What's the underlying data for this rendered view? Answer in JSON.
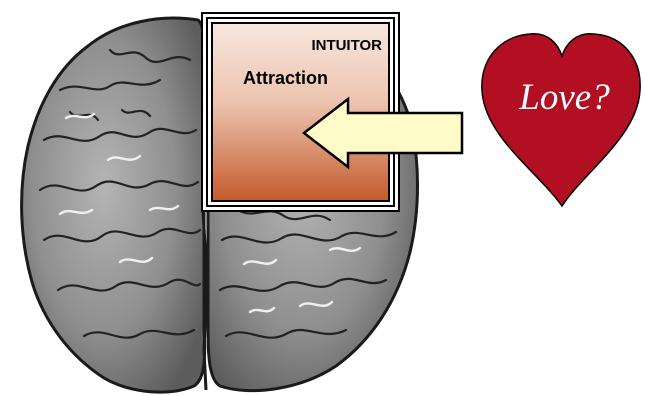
{
  "diagram": {
    "box": {
      "title": "INTUITOR",
      "subtitle": "Attraction",
      "gradient_top": "#f7e7df",
      "gradient_bottom": "#c35a2c"
    },
    "arrow": {
      "direction": "left",
      "fill": "#fffbc8"
    },
    "heart": {
      "text": "Love?",
      "fill": "#b20f23"
    },
    "brain": {
      "fill": "#8d8d8d",
      "view": "top-down"
    }
  }
}
